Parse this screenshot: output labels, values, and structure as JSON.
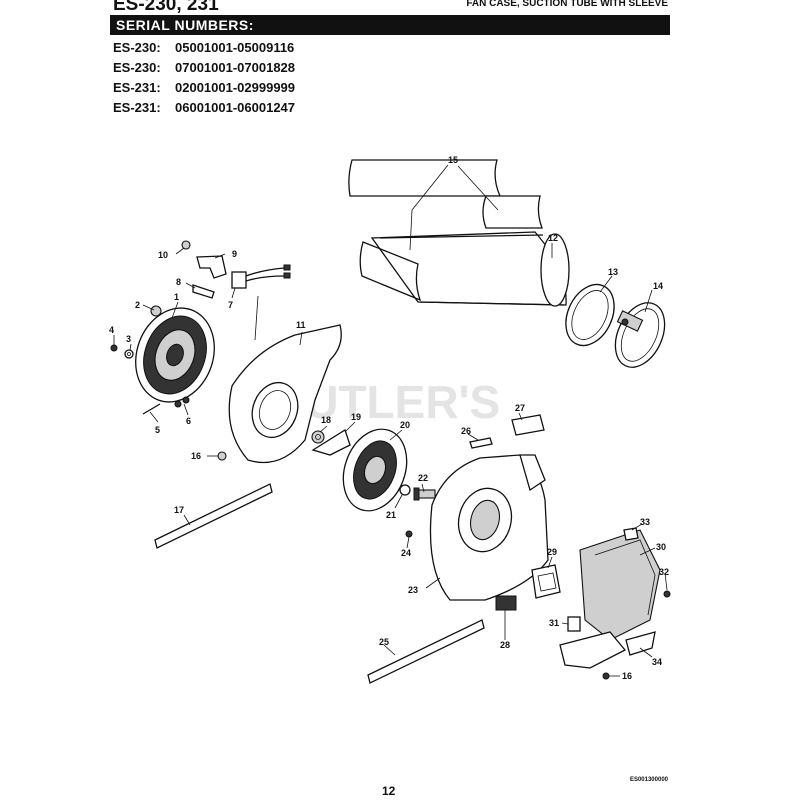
{
  "header": {
    "model": "ES-230, 231",
    "section_title": "FAN CASE, SUCTION TUBE WITH SLEEVE",
    "serial_heading": "SERIAL NUMBERS:"
  },
  "serials": [
    {
      "model": "ES-230:",
      "range": "05001001-05009116"
    },
    {
      "model": "ES-230:",
      "range": "07001001-07001828"
    },
    {
      "model": "ES-231:",
      "range": "02001001-02999999"
    },
    {
      "model": "ES-231:",
      "range": "06001001-06001247"
    }
  ],
  "watermark": "CUTLER'S",
  "callouts": [
    "1",
    "2",
    "3",
    "4",
    "5",
    "6",
    "7",
    "8",
    "9",
    "10",
    "11",
    "12",
    "13",
    "14",
    "15",
    "16",
    "16",
    "17",
    "18",
    "19",
    "20",
    "21",
    "22",
    "23",
    "24",
    "25",
    "26",
    "27",
    "28",
    "29",
    "30",
    "31",
    "32",
    "33",
    "34"
  ],
  "footer": {
    "page_number": "12",
    "doc_code": "ES001300000"
  }
}
